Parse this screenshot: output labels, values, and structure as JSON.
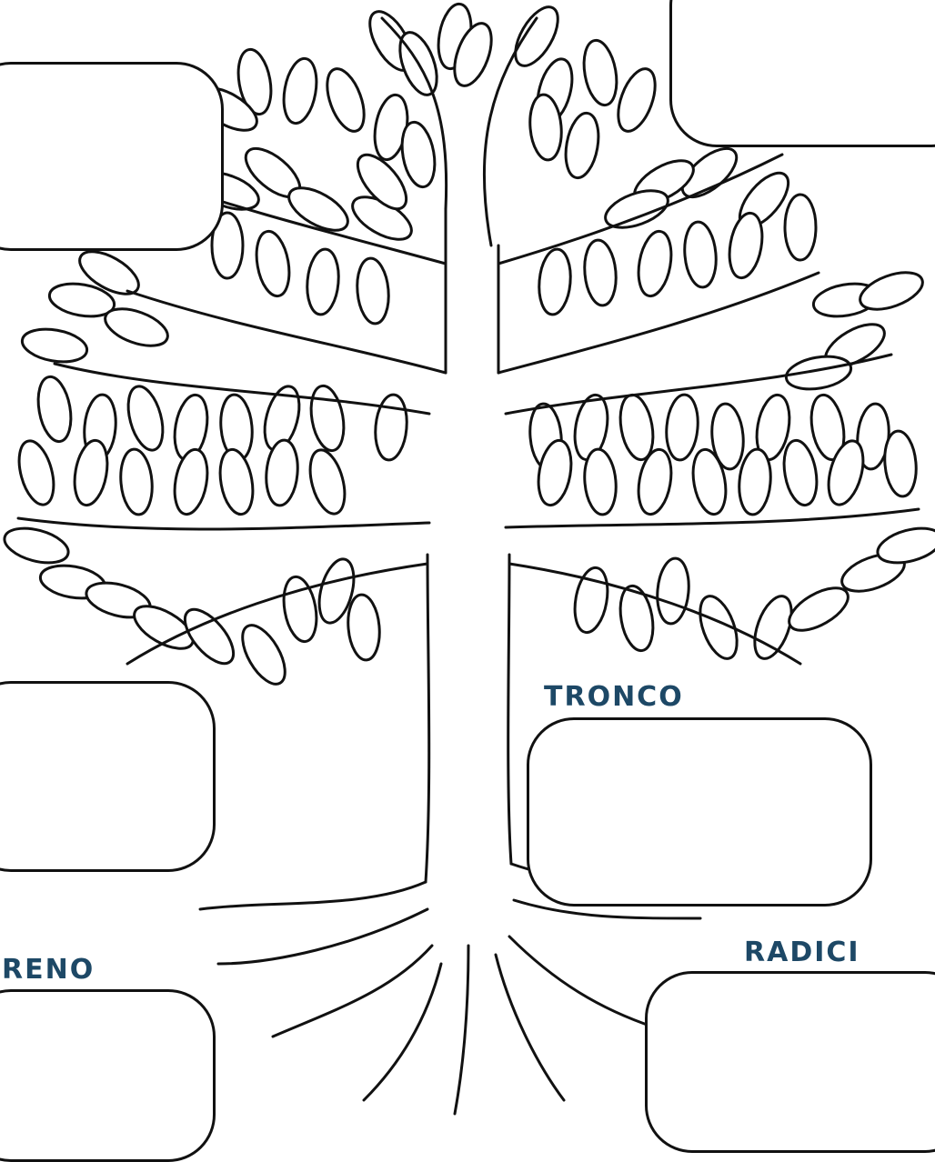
{
  "labels": {
    "tronco": "TRONCO",
    "radici": "RADICI",
    "terreno_partial": "RENO"
  },
  "answer_boxes": [
    {
      "id": "top-left",
      "value": ""
    },
    {
      "id": "top-right",
      "value": ""
    },
    {
      "id": "middle-left",
      "value": ""
    },
    {
      "id": "tronco",
      "value": ""
    },
    {
      "id": "bottom-left",
      "value": ""
    },
    {
      "id": "radici",
      "value": ""
    }
  ],
  "colors": {
    "label_text": "#1d4866",
    "outline": "#111111",
    "background": "#ffffff"
  }
}
